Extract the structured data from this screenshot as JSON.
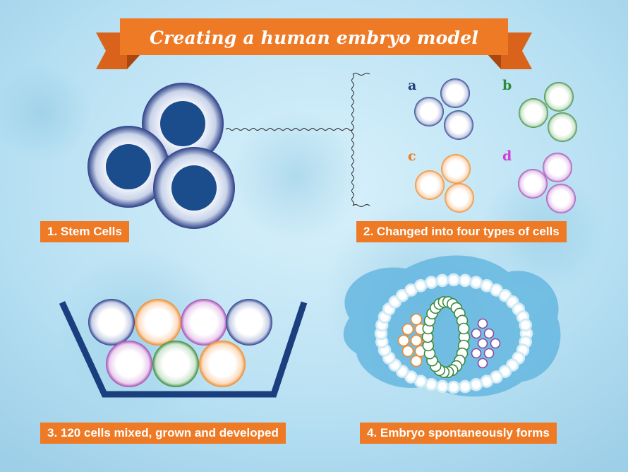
{
  "title": "Creating a human embryo model",
  "steps": [
    "1. Stem Cells",
    "2. Changed into four types of cells",
    "3. 120 cells mixed, grown and developed",
    "4. Embryo spontaneously forms"
  ],
  "cell_types": [
    "a",
    "b",
    "c",
    "d"
  ],
  "colors": {
    "orange": "#ee7a26",
    "navy": "#1b4d8c",
    "blue_type": "#2c3f8c",
    "green_type": "#3a8a3e",
    "orange_type": "#ef8a2a",
    "purple_type": "#a24db0",
    "label_a": "#1f3c7a",
    "label_b": "#2e8a3a",
    "label_c": "#ef7a20",
    "label_d": "#d43bd4"
  }
}
